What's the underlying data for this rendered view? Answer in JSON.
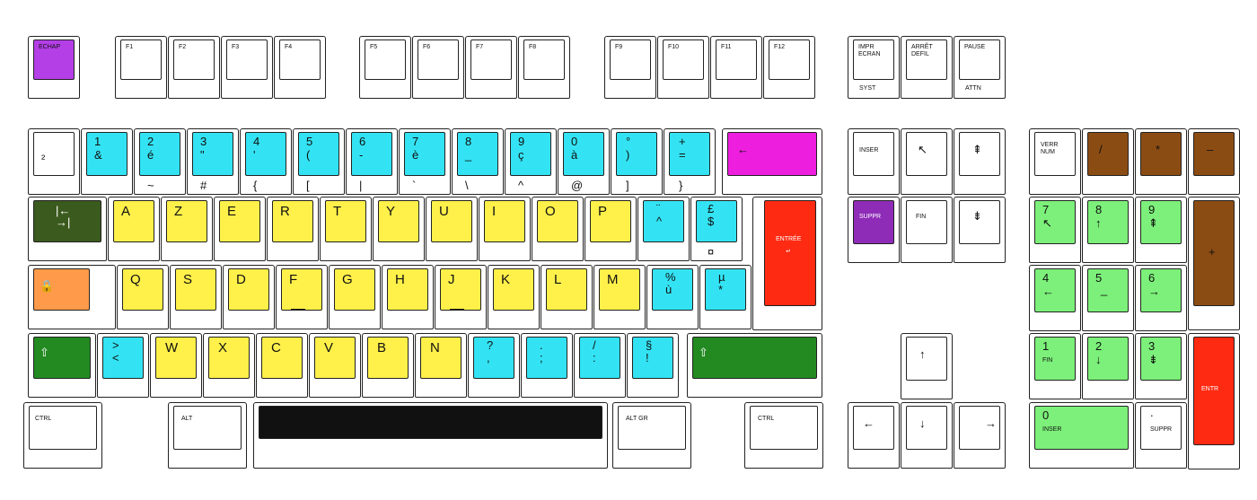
{
  "colors": {
    "outline": "#222222",
    "purple": "#b43fe6",
    "darkpurple": "#8e2cb8",
    "cyan": "#33e3f3",
    "yellow": "#fff04a",
    "magenta": "#ee1ede",
    "red": "#ff2a12",
    "olive": "#3b5a1e",
    "orange": "#ff9a4a",
    "green": "#238a22",
    "lightgreen": "#7cf07a",
    "brown": "#8b4c14",
    "black": "#111111"
  },
  "keys": {
    "echap": "ECHAP",
    "f1": "F1",
    "f2": "F2",
    "f3": "F3",
    "f4": "F4",
    "f5": "F5",
    "f6": "F6",
    "f7": "F7",
    "f8": "F8",
    "f9": "F9",
    "f10": "F10",
    "f11": "F11",
    "f12": "F12",
    "impr": "IMPR\nECRAN",
    "syst": "SYST",
    "arret": "ARRÊT\nDEFIL",
    "pause": "PAUSE",
    "attn": "ATTN",
    "sq": "²",
    "k1": [
      "1",
      "&"
    ],
    "k2": [
      "2",
      "é",
      "~"
    ],
    "k3": [
      "3",
      "\"",
      "#"
    ],
    "k4": [
      "4",
      "'",
      "{"
    ],
    "k5": [
      "5",
      "(",
      "["
    ],
    "k6": [
      "6",
      "-",
      "|"
    ],
    "k7": [
      "7",
      "è",
      "`"
    ],
    "k8": [
      "8",
      "_",
      "\\"
    ],
    "k9": [
      "9",
      "ç",
      "^"
    ],
    "k0": [
      "0",
      "à",
      "@"
    ],
    "kdeg": [
      "°",
      ")",
      "]"
    ],
    "kplus": [
      "+",
      "=",
      "}"
    ],
    "back": "←",
    "inser": "INSER",
    "home": "↖",
    "pgup": "⇞",
    "verrnum": "VERR\nNUM",
    "div": "/",
    "mul": "*",
    "minus": "–",
    "tab": "|←\n→|",
    "a": "A",
    "z": "Z",
    "e": "E",
    "r": "R",
    "t": "T",
    "y": "Y",
    "u": "U",
    "i": "I",
    "o": "O",
    "p": "P",
    "circ": [
      "¨",
      "^"
    ],
    "dollar": [
      "£",
      "$",
      "¤"
    ],
    "entree": "ENTRÉE\n↵",
    "suppr": "SUPPR",
    "fin": "FIN",
    "pgdn": "⇟",
    "n7": [
      "7",
      "↖"
    ],
    "n8": [
      "8",
      "↑"
    ],
    "n9": [
      "9",
      "⇞"
    ],
    "nplus": "+",
    "lock": "🔒",
    "q": "Q",
    "s": "S",
    "d": "D",
    "f": "F",
    "g": "G",
    "h": "H",
    "j": "J",
    "k": "K",
    "l": "L",
    "m": "M",
    "pct": [
      "%",
      "ù"
    ],
    "mu": [
      "µ",
      "*"
    ],
    "n4": [
      "4",
      "←"
    ],
    "n5": [
      "5",
      "_"
    ],
    "n6": [
      "6",
      "→"
    ],
    "shift": "⇧",
    "lt": [
      ">",
      "<"
    ],
    "w": "W",
    "x": "X",
    "c": "C",
    "v": "V",
    "b": "B",
    "n": "N",
    "qm": [
      "?",
      ","
    ],
    "dot": [
      ".",
      ";"
    ],
    "slash": [
      "/",
      ":"
    ],
    "sect": [
      "§",
      "!"
    ],
    "up": "↑",
    "n1": [
      "1",
      "FIN"
    ],
    "n2": [
      "2",
      "↓"
    ],
    "n3": [
      "3",
      "⇟"
    ],
    "entr": "ENTR",
    "ctrl": "CTRL",
    "alt": "ALT",
    "altgr": "ALT GR",
    "left": "←",
    "down": "↓",
    "right": "→",
    "n0": [
      "0",
      "INSER"
    ],
    "ndot": [
      ".",
      "SUPPR"
    ]
  }
}
